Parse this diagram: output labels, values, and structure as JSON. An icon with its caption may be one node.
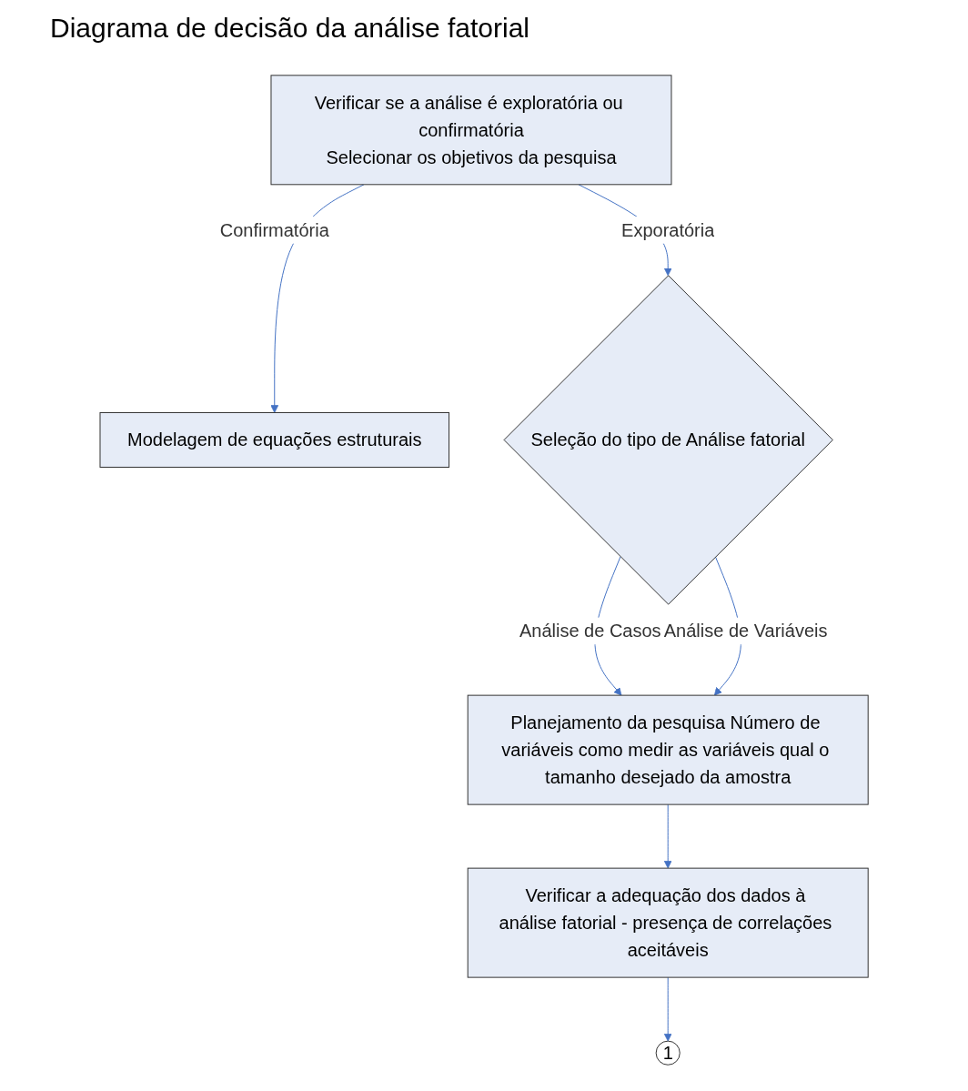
{
  "diagram": {
    "title": "Diagrama de decisão da análise fatorial",
    "nodes": [
      {
        "text": [
          "Verificar se a análise é exploratória ou confirmatória",
          "Selecionar os objetivos da pesquisa"
        ]
      },
      {
        "text": [
          "Modelagem de equações estruturais"
        ]
      },
      {
        "text": [
          "Seleção do tipo de Análise fatorial"
        ]
      },
      {
        "text": [
          "Planejamento da pesquisa Número de variáveis como medir as variáveis qual o tamanho desejado da amostra"
        ]
      },
      {
        "text": [
          "Verificar a adequação dos dados à análise fatorial - presença de correlações aceitáveis"
        ]
      },
      {
        "text": [
          "1"
        ]
      }
    ],
    "edges": [
      {
        "from": 0,
        "to": 1,
        "arrow": "to",
        "label": "Confirmatória"
      },
      {
        "from": 0,
        "to": 2,
        "arrow": "to",
        "label": "Exporatória"
      },
      {
        "from": 2,
        "to": 3,
        "arrow": "to",
        "label": "Análise de Casos"
      },
      {
        "from": 2,
        "to": 3,
        "arrow": "to",
        "label": "Análise de Variáveis"
      },
      {
        "from": 3,
        "to": 4,
        "arrow": "to"
      },
      {
        "from": 4,
        "to": 5,
        "arrow": "to"
      }
    ]
  }
}
